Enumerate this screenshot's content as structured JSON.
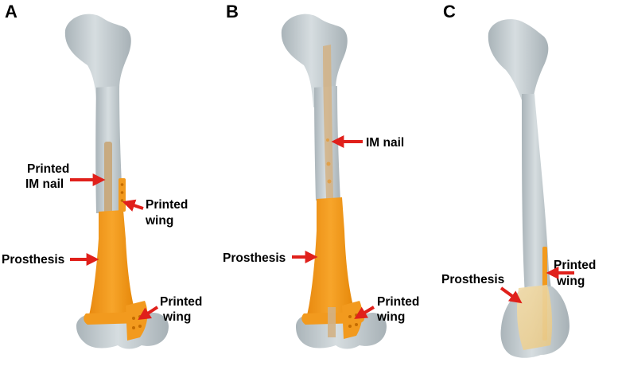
{
  "panels": [
    {
      "letter": "A",
      "labels": {
        "printed_im_nail_l1": "Printed",
        "printed_im_nail_l2": "IM nail",
        "printed_wing_upper_l1": "Printed",
        "printed_wing_upper_l2": "wing",
        "prosthesis": "Prosthesis",
        "printed_wing_lower_l1": "Printed",
        "printed_wing_lower_l2": "wing"
      }
    },
    {
      "letter": "B",
      "labels": {
        "im_nail": "IM nail",
        "prosthesis": "Prosthesis",
        "printed_wing_l1": "Printed",
        "printed_wing_l2": "wing"
      }
    },
    {
      "letter": "C",
      "labels": {
        "printed_wing_l1": "Printed",
        "printed_wing_l2": "wing",
        "prosthesis": "Prosthesis"
      }
    }
  ],
  "colors": {
    "bone": "#cdd4d8",
    "bone_shadow": "#a9b3b8",
    "prosthesis": "#f39a1a",
    "prosthesis_dark": "#d97f0a",
    "nail": "#c9a77a",
    "arrow": "#e0201b"
  }
}
